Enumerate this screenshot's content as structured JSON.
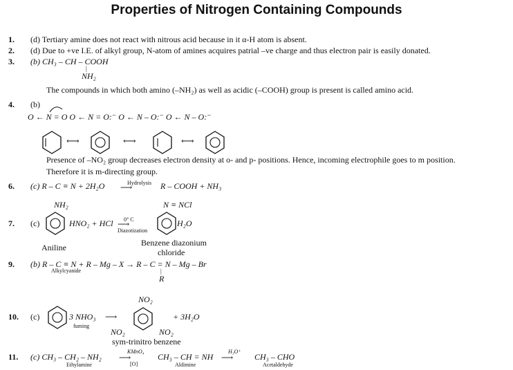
{
  "title": "Properties of Nitrogen Containing Compounds",
  "items": [
    {
      "num": "1.",
      "text": "(d)  Tertiary amine does not react with nitrous acid because in it  α-H atom is absent."
    },
    {
      "num": "2.",
      "text": "(d)  Due to +ve I.E. of alkyl group, N-atom of amines acquires patrial –ve charge and thus electron pair is easily donated."
    },
    {
      "num": "3.",
      "text": "(b)  CH₃ – CH – COOH"
    },
    {
      "num": "4.",
      "text": "(b)"
    },
    {
      "num": "6.",
      "text": "(c)   R – C ≡ N + 2H₂O"
    },
    {
      "num": "7.",
      "text": "(c)"
    },
    {
      "num": "9.",
      "text": "(b)   R – C ≡ N + R – Mg – X → R – C = N – Mg – Br"
    },
    {
      "num": "10.",
      "text": "(c)"
    },
    {
      "num": "11.",
      "text": "(c)   CH₃ – CH₂ – NH₂"
    }
  ],
  "q3": {
    "nh2": "NH₂",
    "note": "The compounds in which both amino (–NH₂) as well as acidic (–COOH) group is present is called amino acid."
  },
  "q4": {
    "resonance": "O ← N = O    O ← N = O:⁻    O ← N – O:⁻    O ← N – O:⁻",
    "note1": "Presence of –NO₂ group decreases electron density at o- and p- positions. Hence, incoming electrophile goes to m position.",
    "note2": "Therefore it is m-directing group."
  },
  "q6": {
    "above": "Hydrolysis",
    "product": "R – COOH + NH₃"
  },
  "q7": {
    "nh2": "NH₂",
    "reagents": "HNO₂ + HCl",
    "temp": "0° C",
    "below": "Diazotization",
    "product_top": "N ≡ NCl",
    "water": "H₂O",
    "aniline": "Aniline",
    "benzene1": "Benzene diazonium",
    "benzene2": "chloride"
  },
  "q9": {
    "alkyl": "Alkylcyanide",
    "r": "R"
  },
  "q10": {
    "hno3": "3 NHO₃",
    "fuming": "fuming",
    "no2_top": "NO₂",
    "no2_left": "NO₂",
    "no2_right": "NO₂",
    "water": "+ 3H₂O",
    "name": "sym-trinitro benzene"
  },
  "q11": {
    "ethylamine": "Ethylamine",
    "kmno4": "KMnO₄",
    "o": "[O]",
    "aldimine_f": "CH₃ – CH = NH",
    "aldimine": "Aldimine",
    "h3o": "H₃O⁺",
    "product": "CH₃ – CHO",
    "acetaldehyde": "Acetaldehyde"
  }
}
